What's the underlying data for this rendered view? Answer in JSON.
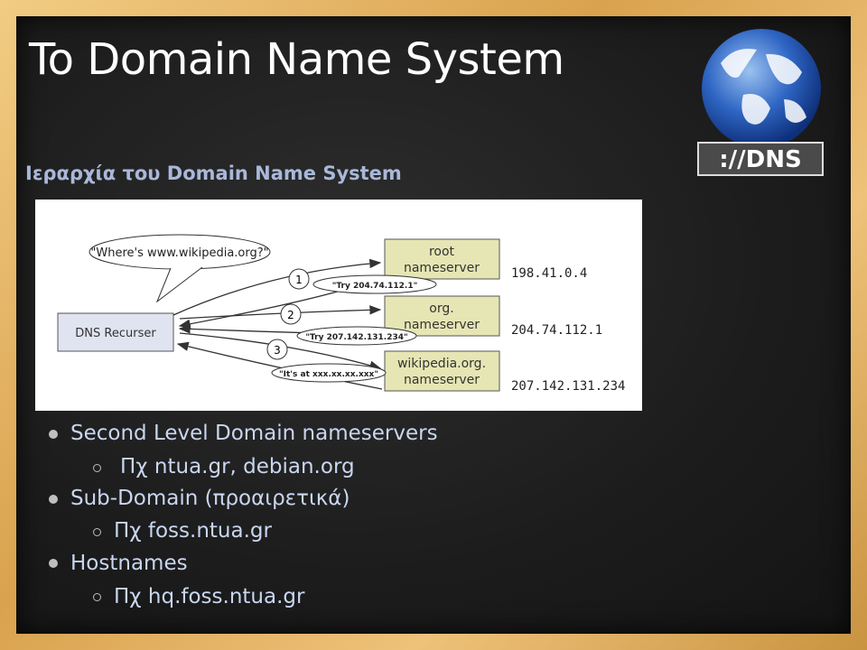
{
  "slide": {
    "title": "To Domain Name System",
    "subtitle": "Ιεραρχία του Domain Name System",
    "logo_text": "://DNS"
  },
  "diagram": {
    "recurser": "DNS Recurser",
    "question": "\"Where's www.wikipedia.org?\"",
    "servers": [
      {
        "line1": "root",
        "line2": "nameserver",
        "ip": "198.41.0.4"
      },
      {
        "line1": "org.",
        "line2": "nameserver",
        "ip": "204.74.112.1"
      },
      {
        "line1": "wikipedia.org.",
        "line2": "nameserver",
        "ip": "207.142.131.234"
      }
    ],
    "steps": [
      "1",
      "2",
      "3"
    ],
    "replies": [
      "\"Try 204.74.112.1\"",
      "\"Try 207.142.131.234\"",
      "\"It's at xxx.xx.xx.xxx\""
    ]
  },
  "bullets": [
    {
      "text": "Second Level Domain nameservers",
      "level": 1
    },
    {
      "text": "Πχ ntua.gr, debian.org",
      "level": 2
    },
    {
      "text": "Sub-Domain (προαιρετικά)",
      "level": 1
    },
    {
      "text": "Πχ foss.ntua.gr",
      "level": 2
    },
    {
      "text": "Hostnames",
      "level": 1
    },
    {
      "text": "Πχ hq.foss.ntua.gr",
      "level": 2
    }
  ],
  "colors": {
    "frame": "#e8b868",
    "board": "#1c1c1c",
    "server_box": "#e6e6b4",
    "recurser_box": "#e0e4f0",
    "bullet_text": "#c9d6f0",
    "subtitle": "#a9b8d9"
  }
}
